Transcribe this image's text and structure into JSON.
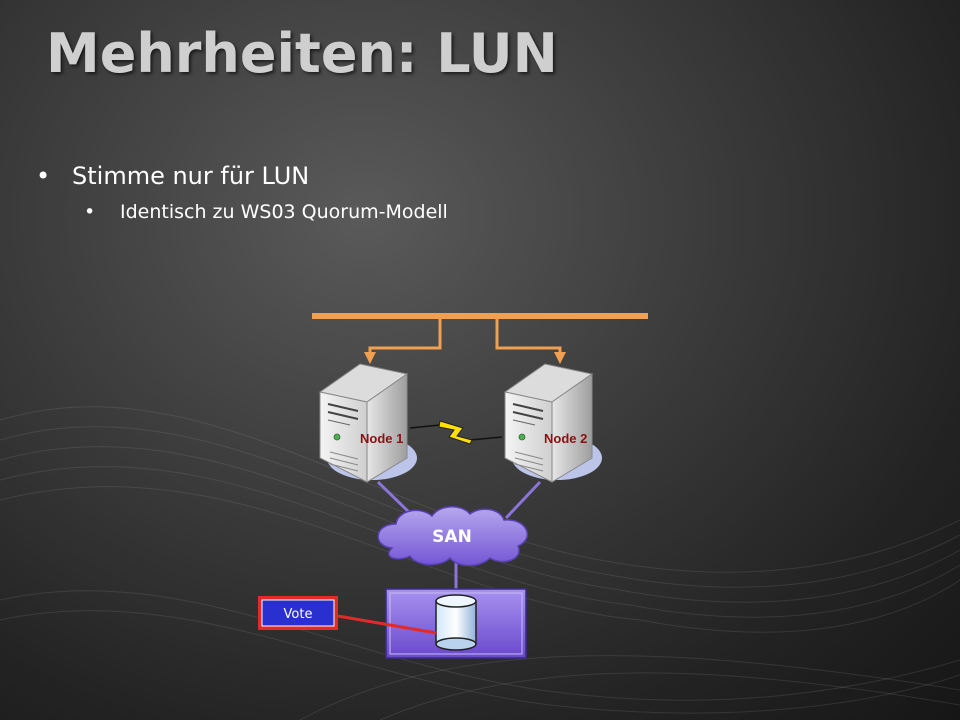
{
  "slide": {
    "title": "Mehrheiten: LUN",
    "bullets": [
      {
        "text": "Stimme nur für LUN",
        "level": 1
      },
      {
        "text": "Identisch zu WS03 Quorum-Modell",
        "level": 2
      }
    ]
  },
  "diagram": {
    "node1_label": "Node 1",
    "node2_label": "Node 2",
    "san_label": "SAN",
    "vote_label": "Vote",
    "colors": {
      "network": "#f0a050",
      "san": "#8a74d8",
      "storage": "#7e5fd8",
      "vote_bg": "#2a2fd0",
      "vote_border": "#e22a2a",
      "heartbeat": "#ffe000",
      "node_label": "#8b1010"
    }
  }
}
